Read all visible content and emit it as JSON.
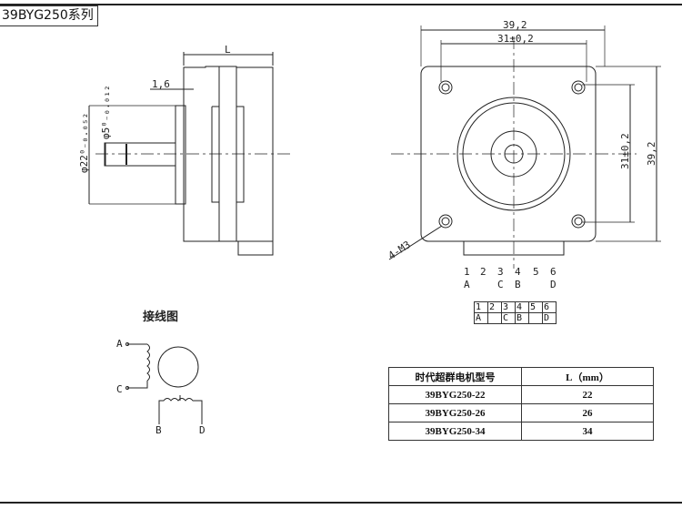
{
  "title": "39BYG250系列",
  "side_view": {
    "length_label": "L",
    "flange_label": "1,6",
    "shaft_dia_label": "φ5⁰₋₀.₀₁₂",
    "boss_dia_label": "φ22⁰₋₀.₀₅₂"
  },
  "front_view": {
    "width_label": "39,2",
    "hole_spacing_label": "31±0,2",
    "height_label": "39,2",
    "vertical_spacing_label": "31±0,2",
    "thread_label": "4-M3",
    "pin_numbers": [
      "1",
      "2",
      "3",
      "4",
      "5",
      "6"
    ],
    "pin_letters": [
      "A",
      "",
      "C",
      "B",
      "",
      "D"
    ]
  },
  "pin_table": {
    "numbers": [
      "1",
      "2",
      "3",
      "4",
      "5",
      "6"
    ],
    "letters": [
      "A",
      "",
      "C",
      "B",
      "",
      "D"
    ]
  },
  "wiring": {
    "title": "接线图",
    "labels": {
      "a": "A",
      "c": "C",
      "b": "B",
      "d": "D"
    }
  },
  "model_table": {
    "headers": [
      "时代超群电机型号",
      "L（mm）"
    ],
    "rows": [
      [
        "39BYG250-22",
        "22"
      ],
      [
        "39BYG250-26",
        "26"
      ],
      [
        "39BYG250-34",
        "34"
      ]
    ]
  }
}
